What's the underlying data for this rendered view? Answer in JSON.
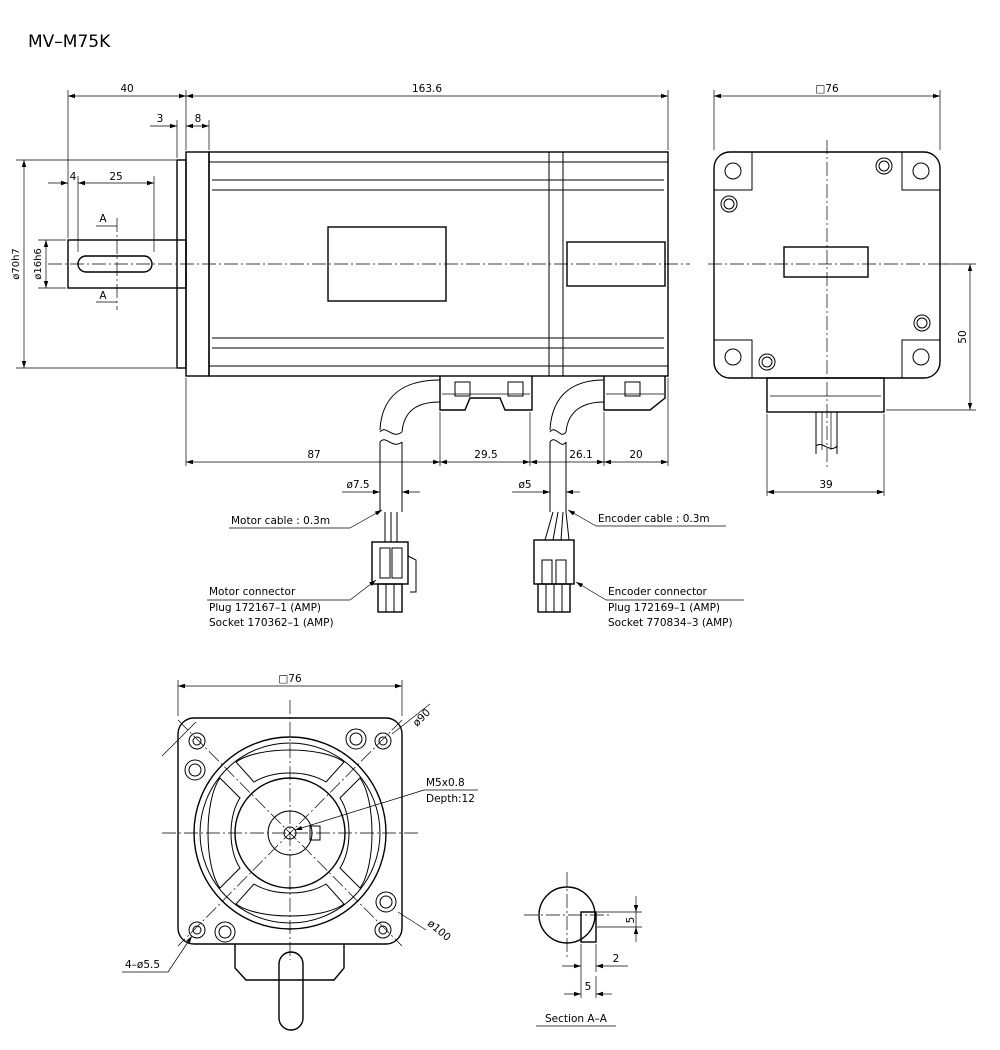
{
  "title": "MV–M75K",
  "dims": {
    "d40": "40",
    "d163_6": "163.6",
    "d3": "3",
    "d8": "8",
    "d4": "4",
    "d25": "25",
    "phi70h7": "ø70h7",
    "phi16h6": "ø16h6",
    "sec_a_top": "A",
    "sec_a_bot": "A",
    "d87": "87",
    "d29_5": "29.5",
    "d26_1": "26.1",
    "d20": "20",
    "phi7_5": "ø7.5",
    "phi5": "ø5",
    "side_sq76": "□76",
    "side_50": "50",
    "side_39": "39",
    "front_sq76": "□76",
    "phi90": "ø90",
    "phi100": "ø100",
    "holes": "4–ø5.5",
    "sec_5v": "5",
    "sec_2": "2",
    "sec_5h": "5"
  },
  "labels": {
    "motor_cable": "Motor cable : 0.3m",
    "encoder_cable": "Encoder cable : 0.3m",
    "motor_connector": "Motor connector",
    "motor_plug": "Plug 172167–1 (AMP)",
    "motor_socket": "Socket 170362–1 (AMP)",
    "encoder_connector": "Encoder connector",
    "encoder_plug": "Plug 172169–1 (AMP)",
    "encoder_socket": "Socket 770834–3 (AMP)",
    "thread": "M5x0.8",
    "depth": "Depth:12",
    "section": "Section A–A"
  }
}
